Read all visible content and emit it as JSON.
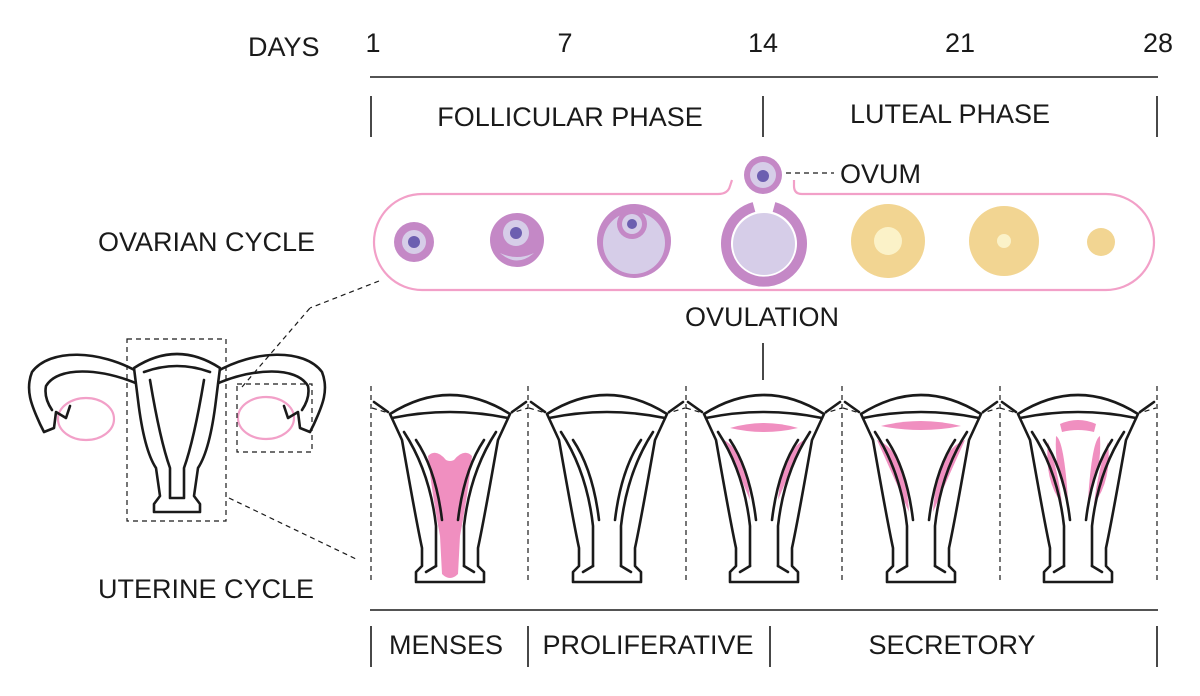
{
  "days": {
    "label": "DAYS",
    "ticks": [
      "1",
      "7",
      "14",
      "21",
      "28"
    ]
  },
  "phases": {
    "follicular": "FOLLICULAR PHASE",
    "luteal": "LUTEAL PHASE"
  },
  "ovarian": {
    "title": "OVARIAN CYCLE",
    "ovum": "OVUM",
    "ovulation": "OVULATION"
  },
  "uterine": {
    "title": "UTERINE CYCLE",
    "stages": [
      "MENSES",
      "PROLIFERATIVE",
      "SECRETORY"
    ]
  },
  "colors": {
    "pink": "#f08fc0",
    "pink_outline": "#f2a0c8",
    "follicle_purple": "#c488c6",
    "follicle_light": "#d6cde8",
    "nucleus": "#6c5fb0",
    "corpus_yellow": "#f2d592",
    "corpus_center": "#fbf2c8"
  }
}
